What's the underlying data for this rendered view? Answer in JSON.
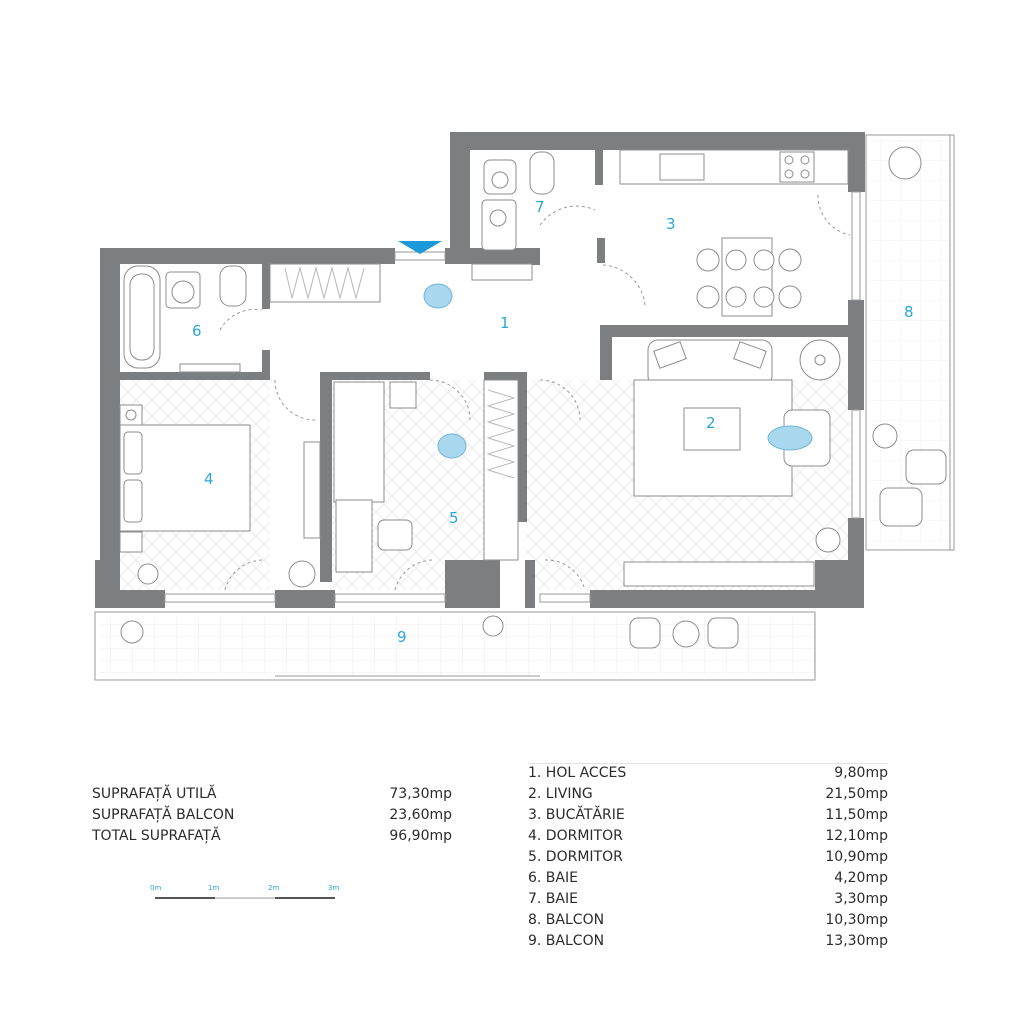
{
  "rooms": [
    {
      "number": "1"
    },
    {
      "number": "2"
    },
    {
      "number": "3"
    },
    {
      "number": "4"
    },
    {
      "number": "5"
    },
    {
      "number": "6"
    },
    {
      "number": "7"
    },
    {
      "number": "8"
    },
    {
      "number": "9"
    }
  ],
  "summary": [
    {
      "label": "SUPRAFAȚĂ UTILĂ",
      "value": "73,30mp"
    },
    {
      "label": "SUPRAFAȚĂ BALCON",
      "value": "23,60mp"
    },
    {
      "label": "TOTAL SUPRAFAȚĂ",
      "value": "96,90mp"
    }
  ],
  "room_list": [
    {
      "label": "1. HOL ACCES",
      "value": "9,80mp"
    },
    {
      "label": "2. LIVING",
      "value": "21,50mp"
    },
    {
      "label": "3. BUCĂTĂRIE",
      "value": "11,50mp"
    },
    {
      "label": "4. DORMITOR",
      "value": "12,10mp"
    },
    {
      "label": "5. DORMITOR",
      "value": "10,90mp"
    },
    {
      "label": "6. BAIE",
      "value": "4,20mp"
    },
    {
      "label": "7. BAIE",
      "value": "3,30mp"
    },
    {
      "label": "8. BALCON",
      "value": "10,30mp"
    },
    {
      "label": "9. BALCON",
      "value": "13,30mp"
    }
  ],
  "scale": {
    "labels": [
      "0m",
      "1m",
      "2m",
      "3m"
    ]
  },
  "colors": {
    "walls": "#7d7e80",
    "accent": "#2aa7d6",
    "entrance_marker": "#1a9ad8"
  }
}
